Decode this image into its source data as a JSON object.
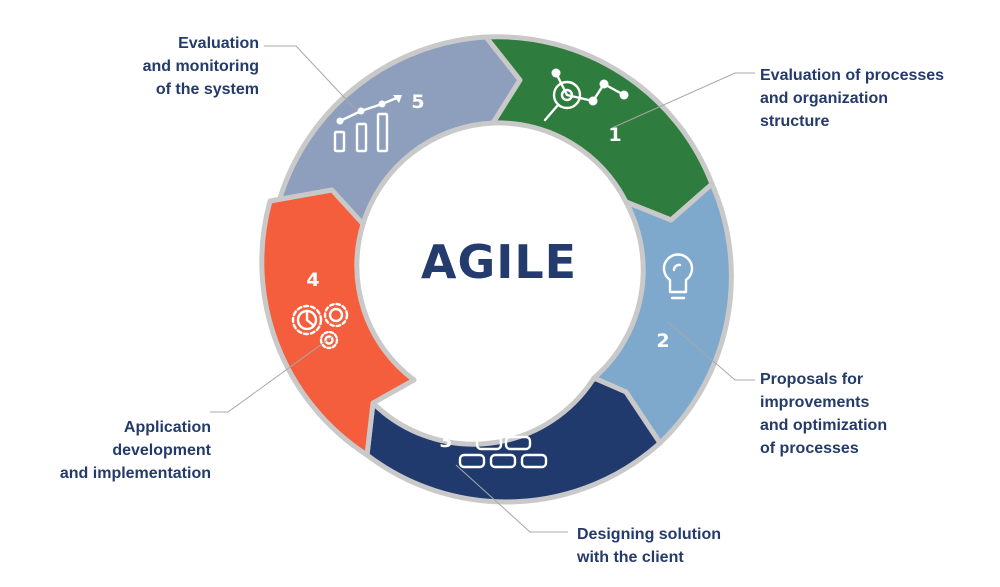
{
  "diagram": {
    "center_title": "AGILE",
    "colors": {
      "step1": "#2f7d3e",
      "step2": "#7ea9cc",
      "step3": "#213a6e",
      "step4": "#f55e3c",
      "step5": "#8d9fbd",
      "text": "#243a6b"
    },
    "steps": [
      {
        "number": "1",
        "label": "Evaluation of processes\nand organization\nstructure",
        "icon": "analysis-magnifier-icon"
      },
      {
        "number": "2",
        "label": "Proposals for\nimprovements\nand optimization\nof processes",
        "icon": "lightbulb-icon"
      },
      {
        "number": "3",
        "label": "Designing solution\nwith the client",
        "icon": "bricks-icon"
      },
      {
        "number": "4",
        "label": "Application\ndevelopment\nand implementation",
        "icon": "gears-icon"
      },
      {
        "number": "5",
        "label": "Evaluation\nand monitoring\nof the system",
        "icon": "growth-chart-icon"
      }
    ]
  }
}
